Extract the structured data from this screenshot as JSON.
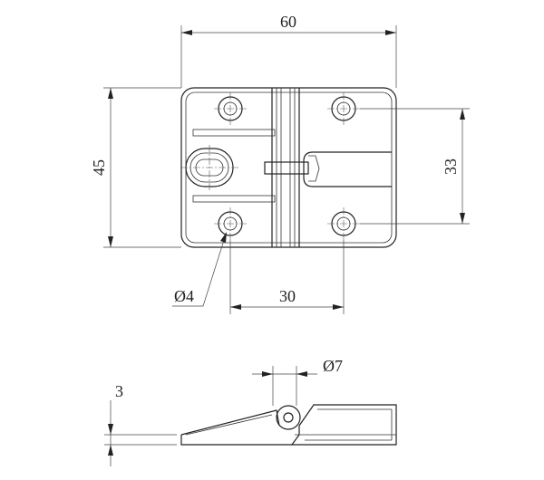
{
  "drawing": {
    "dimensions": {
      "overall_width": "60",
      "overall_height": "45",
      "hole_vertical_spacing": "33",
      "hole_horizontal_spacing": "30",
      "hole_diameter": "Ø4",
      "pin_diameter": "Ø7",
      "plate_thickness": "3"
    }
  }
}
